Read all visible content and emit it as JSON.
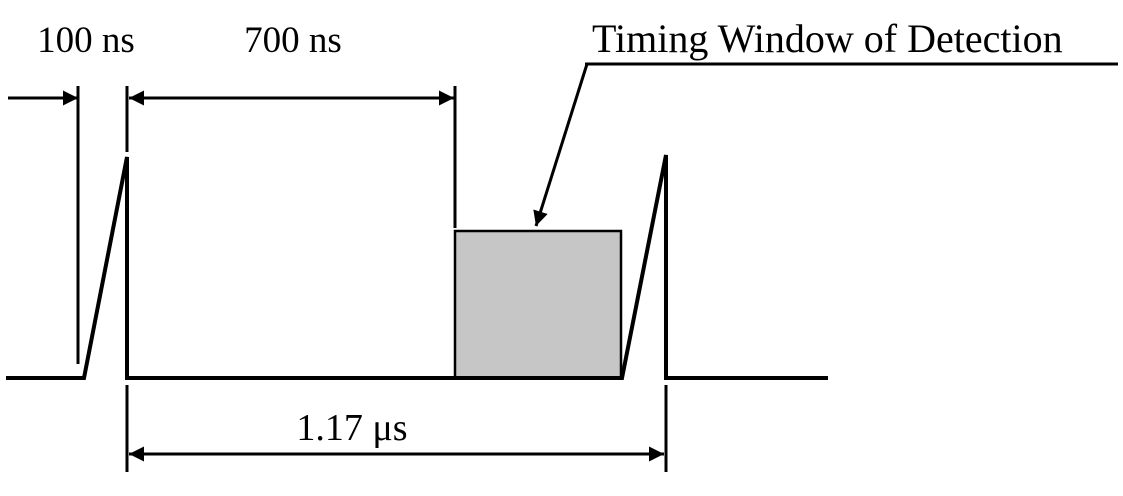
{
  "diagram": {
    "title": "Timing Window of Detection",
    "labels": {
      "delay": "100 ns",
      "window_offset": "700 ns",
      "period": "1.17 μs"
    },
    "colors": {
      "line": "#000000",
      "window_fill": "#c6c6c6",
      "window_stroke": "#000000"
    }
  }
}
